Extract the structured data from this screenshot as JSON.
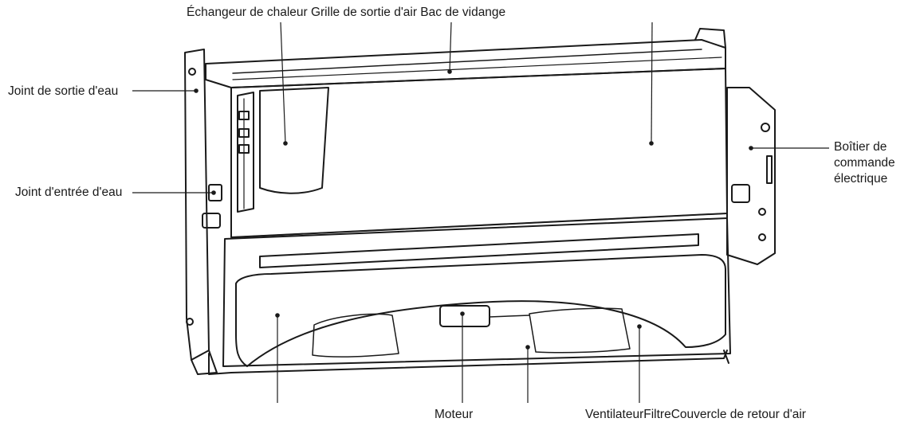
{
  "labels": {
    "top_group": "Échangeur de chaleur Grille de sortie d'air Bac de vidange",
    "water_outlet_joint": "Joint de sortie d'eau",
    "water_inlet_joint": "Joint  d'entrée d'eau",
    "electrical_box": "Boîtier de commande électrique",
    "motor": "Moteur",
    "bottom_group": "VentilateurFiltreCouvercle de retour d'air"
  }
}
